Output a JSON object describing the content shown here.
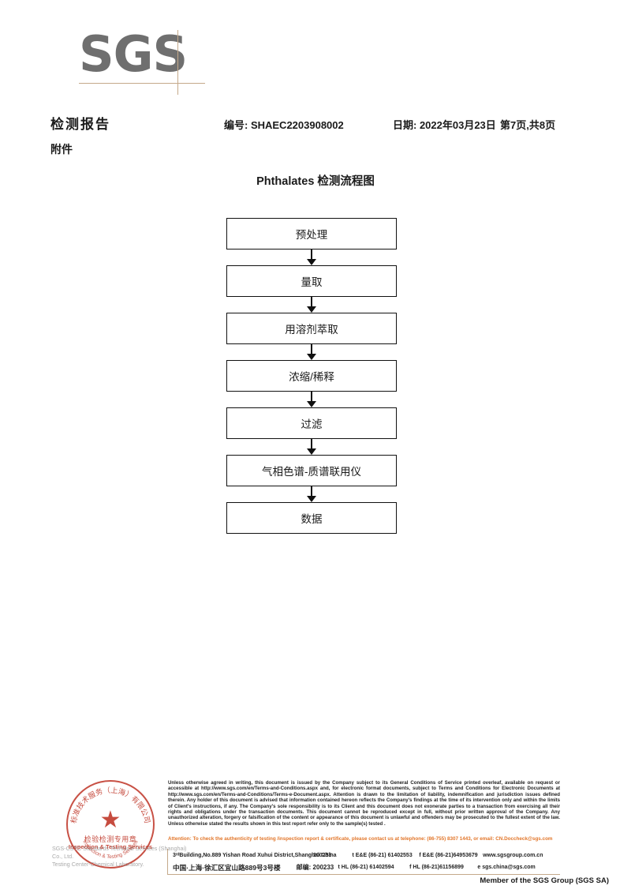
{
  "logo": {
    "text": "SGS",
    "rule_color": "#c5a98a"
  },
  "header": {
    "title": "检测报告",
    "attachment_label": "附件",
    "report_no": "编号: SHAEC2203908002",
    "date": "日期: 2022年03月23日",
    "page": "第7页,共8页"
  },
  "flowchart": {
    "title": "Phthalates 检测流程图",
    "steps": [
      {
        "label": "预处理"
      },
      {
        "label": "量取"
      },
      {
        "label": "用溶剂萃取"
      },
      {
        "label": "浓缩/稀释"
      },
      {
        "label": "过滤"
      },
      {
        "label": "气相色谱-质谱联用仪"
      },
      {
        "label": "数据"
      }
    ]
  },
  "seal": {
    "arc_top": "标准技术服务（上海）有限公司",
    "arc_bottom": "Inspection & Testing Services",
    "center_cn": "检验检测专用章",
    "center_en": "Inspection & Testing Services",
    "star": "★",
    "color": "#c0392b"
  },
  "watermark": {
    "line1": "SGS-CSTC Standards Technical Services (Shanghai) Co., Ltd.",
    "line2": "Testing Center-Chemical Laboratory."
  },
  "footer": {
    "legal": "Unless otherwise agreed in writing, this document is issued by the Company subject to its General Conditions of Service printed overleaf, available on request or accessible at http://www.sgs.com/en/Terms-and-Conditions.aspx and, for electronic format documents, subject to Terms and Conditions for Electronic Documents at http://www.sgs.com/en/Terms-and-Conditions/Terms-e-Document.aspx. Attention is drawn to the limitation of liability, indemnification and jurisdiction issues defined therein. Any holder of this document is advised that information contained hereon reflects the Company's findings at the time of its intervention only and within the limits of Client's instructions, if any. The Company's sole responsibility is to its Client and this document does not exonerate parties to a transaction from exercising all their rights and obligations under the transaction documents. This document cannot be reproduced except in full, without prior written approval of the Company. Any unauthorized alteration, forgery or falsification of the content or appearance of this document is unlawful and offenders may be prosecuted to the fullest extent of the law. Unless otherwise stated the results shown in this test report refer only to the sample(s) tested .",
    "attention": "Attention: To check the authenticity of testing /inspection report & certificate, please contact us at telephone: (86-755) 8307 1443, or email: CN.Doccheck@sgs.com",
    "attention_color": "#e2762a",
    "address_en": "3ʳᵈBuilding,No.889 Yishan Road Xuhui District,Shanghai China",
    "address_cn": "中国·上海·徐汇区宜山路889号3号楼",
    "zip_en": "200233",
    "zip_cn_label": "邮编: 200233",
    "tel_ee": "t E&E (86-21) 61402553",
    "fax_ee": "f E&E (86-21)64953679",
    "tel_hl": "t HL (86-21) 61402594",
    "fax_hl": "f HL (86-21)61156899",
    "website": "www.sgsgroup.com.cn",
    "email": "e sgs.china@sgs.com",
    "member": "Member of the SGS Group (SGS SA)"
  }
}
